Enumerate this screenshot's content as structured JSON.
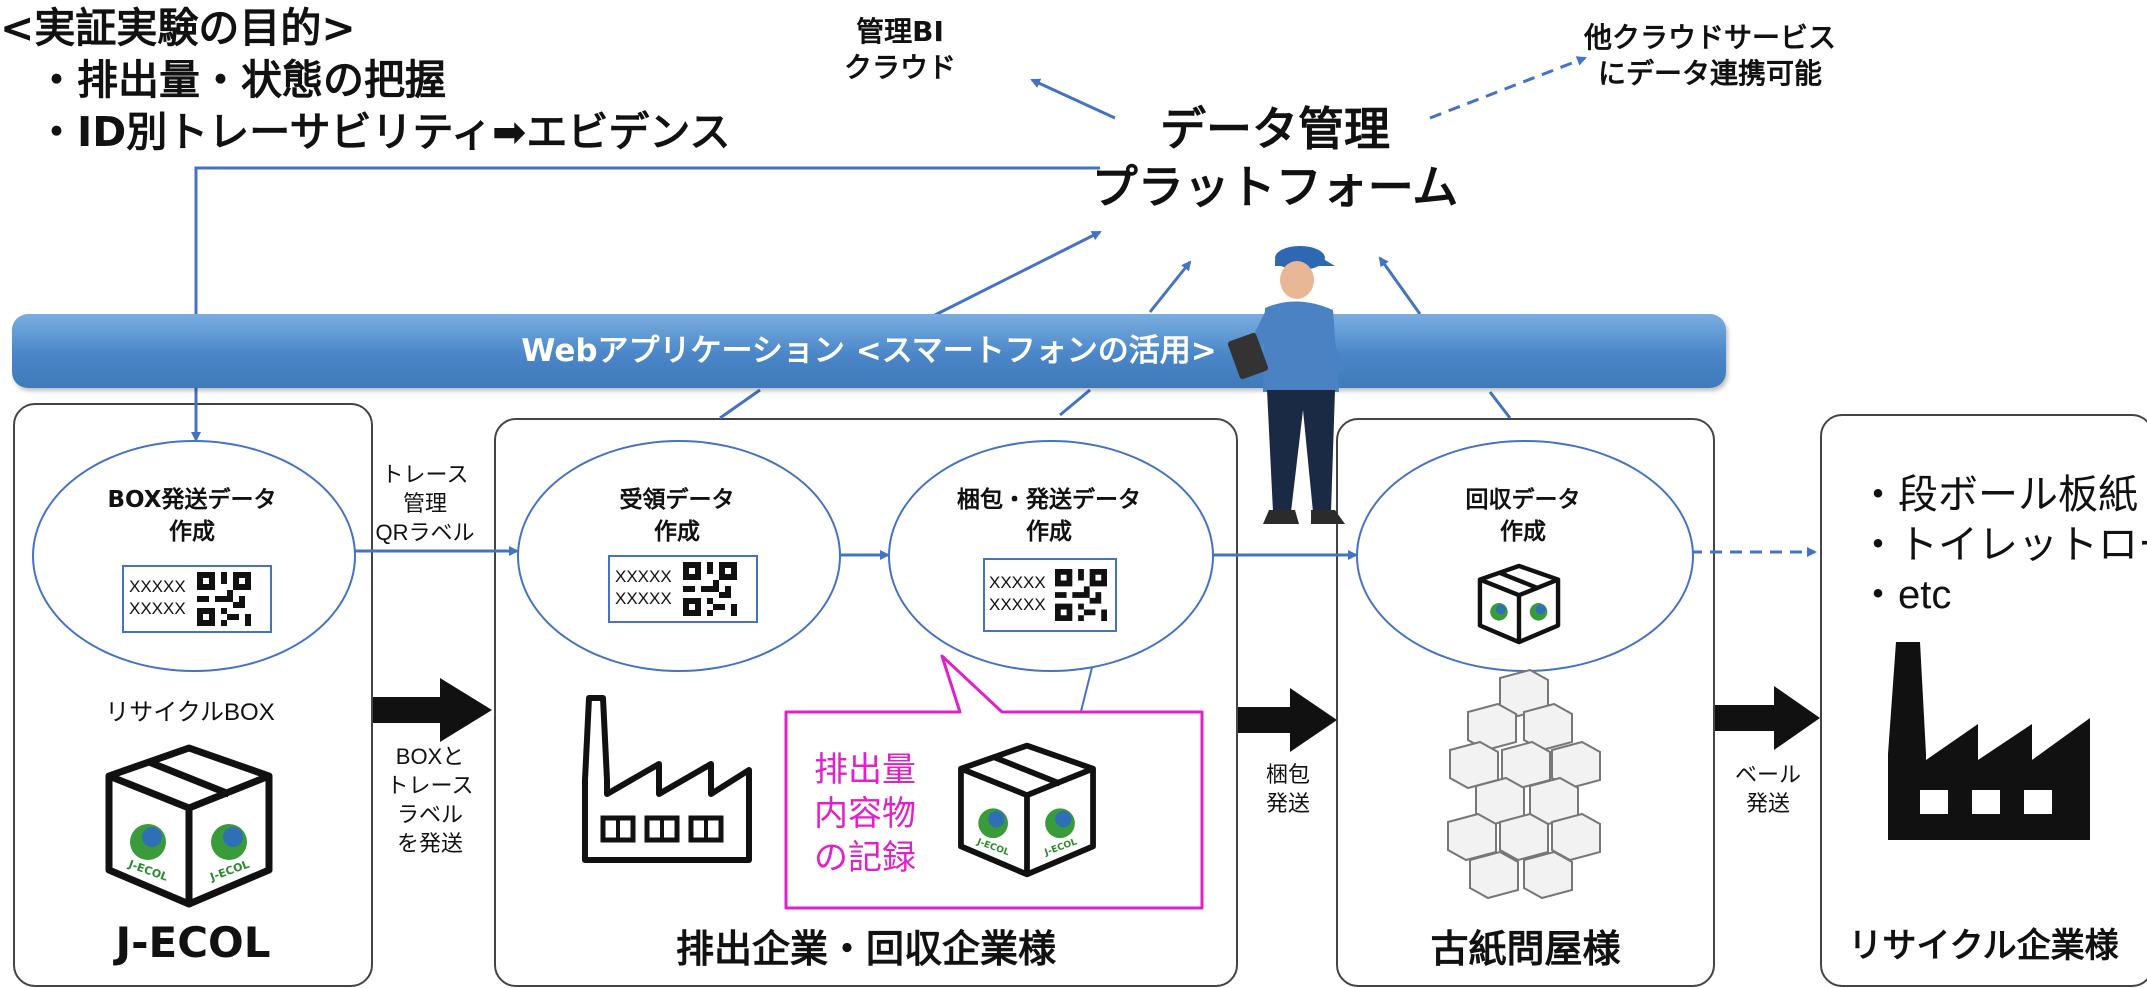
{
  "purpose": {
    "title": "<実証実験の目的>",
    "items": [
      "・排出量・状態の把握",
      "・ID別トレーサビリティ➡エビデンス"
    ]
  },
  "cloud": {
    "bi_line1": "管理BI",
    "bi_line2": "クラウド",
    "other_line1": "他クラウドサービス",
    "other_line2": "にデータ連携可能"
  },
  "platform": {
    "line1": "データ管理",
    "line2": "プラットフォーム"
  },
  "webapp": {
    "label": "Webアプリケーション <スマートフォンの活用>"
  },
  "panels": {
    "jecol": {
      "ellipse_line1": "BOX発送データ",
      "ellipse_line2": "作成",
      "recycle_box": "リサイクルBOX",
      "name": "J-ECOL"
    },
    "emitter": {
      "ellipse1_line1": "受領データ",
      "ellipse1_line2": "作成",
      "ellipse2_line1": "梱包・発送データ",
      "ellipse2_line2": "作成",
      "name": "排出企業・回収企業様"
    },
    "wholesaler": {
      "ellipse_line1": "回収データ",
      "ellipse_line2": "作成",
      "name": "古紙問屋様"
    },
    "recycler": {
      "products": [
        "・段ボール板紙",
        "・トイレットロール",
        "・etc"
      ],
      "name": "リサイクル企業様"
    }
  },
  "qr": {
    "text_line1": "XXXXX",
    "text_line2": "XXXXX"
  },
  "flow_notes": {
    "trace": [
      "トレース",
      "管理",
      "QRラベル"
    ],
    "box_send": [
      "BOXと",
      "トレース",
      "ラベル",
      "を発送"
    ],
    "pack_send": [
      "梱包",
      "発送"
    ],
    "bale_send": [
      "ベール",
      "発送"
    ]
  },
  "callout": {
    "lines": [
      "排出量",
      "内容物",
      "の記録"
    ]
  },
  "box_logo": "J-ECOL",
  "colors": {
    "arrow_blue": "#4472c4",
    "webapp_bar": "#4a86c8",
    "callout_magenta": "#e020c8",
    "logo_green": "#3a9b3a",
    "logo_blue": "#2e6fb5"
  }
}
